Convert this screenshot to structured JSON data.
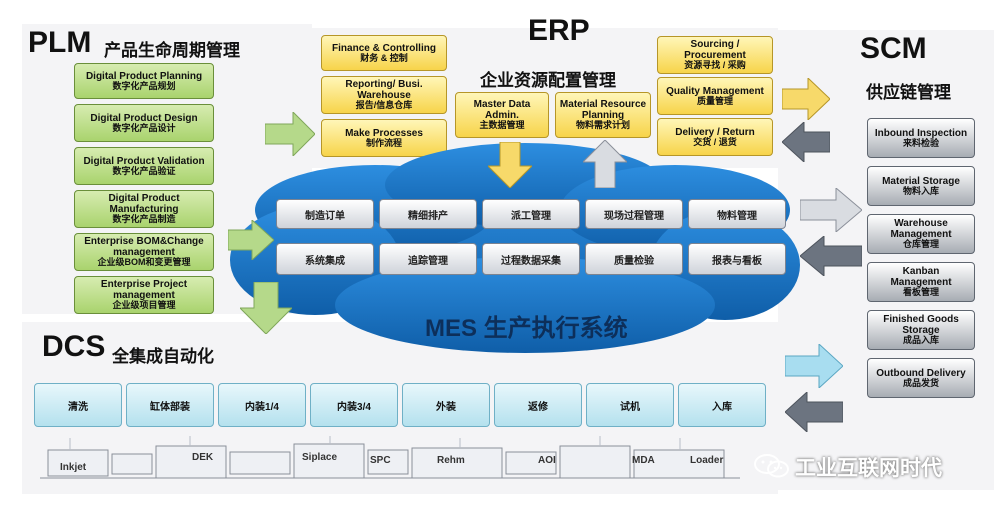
{
  "plm": {
    "title": "PLM",
    "subtitle": "产品生命周期管理",
    "items": [
      {
        "en": "Digital Product Planning",
        "zh": "数字化产品规划"
      },
      {
        "en": "Digital Product Design",
        "zh": "数字化产品设计"
      },
      {
        "en": "Digital Product Validation",
        "zh": "数字化产品验证"
      },
      {
        "en": "Digital Product Manufacturing",
        "zh": "数字化产品制造"
      },
      {
        "en": "Enterprise BOM&Change management",
        "zh": "企业级BOM和变更管理"
      },
      {
        "en": "Enterprise Project management",
        "zh": "企业级项目管理"
      }
    ]
  },
  "erp": {
    "title": "ERP",
    "subtitle": "企业资源配置管理",
    "left_items": [
      {
        "en": "Finance & Controlling",
        "zh": "财务 & 控制"
      },
      {
        "en": "Reporting/ Busi. Warehouse",
        "zh": "报告/信息仓库"
      },
      {
        "en": "Make Processes",
        "zh": "制作流程"
      }
    ],
    "center_items": [
      {
        "en": "Master Data Admin.",
        "zh": "主数据管理"
      },
      {
        "en": "Material Resource Planning",
        "zh": "物料需求计划"
      }
    ],
    "right_items": [
      {
        "en": "Sourcing / Procurement",
        "zh": "资源寻找 / 采购"
      },
      {
        "en": "Quality Management",
        "zh": "质量管理"
      },
      {
        "en": "Delivery / Return",
        "zh": "交货 / 退货"
      }
    ]
  },
  "scm": {
    "title": "SCM",
    "subtitle": "供应链管理",
    "items": [
      {
        "en": "Inbound Inspection",
        "zh": "来料检验"
      },
      {
        "en": "Material Storage",
        "zh": "物料入库"
      },
      {
        "en": "Warehouse Management",
        "zh": "仓库管理"
      },
      {
        "en": "Kanban Management",
        "zh": "看板管理"
      },
      {
        "en": "Finished Goods Storage",
        "zh": "成品入库"
      },
      {
        "en": "Outbound Delivery",
        "zh": "成品发货"
      }
    ]
  },
  "mes": {
    "title": "MES 生产执行系统",
    "row1": [
      "制造订单",
      "精细排产",
      "派工管理",
      "现场过程管理",
      "物料管理"
    ],
    "row2": [
      "系统集成",
      "追踪管理",
      "过程数据采集",
      "质量检验",
      "报表与看板"
    ]
  },
  "dcs": {
    "title": "DCS",
    "subtitle": "全集成自动化",
    "stations": [
      "清洗",
      "缸体部装",
      "内装1/4",
      "内装3/4",
      "外装",
      "返修",
      "试机",
      "入库"
    ],
    "machines": [
      "Inkjet",
      "DEK",
      "Siplace",
      "SPC",
      "Rehm",
      "AOI",
      "MDA",
      "Loader"
    ]
  },
  "watermark": {
    "text": "工业互联网时代"
  },
  "colors": {
    "plm_box": "#a9d36d",
    "erp_box": "#f7d44a",
    "scm_box": "#a7acb3",
    "cloud": "#1a72c8",
    "dcs_box": "#b4e1ee"
  }
}
